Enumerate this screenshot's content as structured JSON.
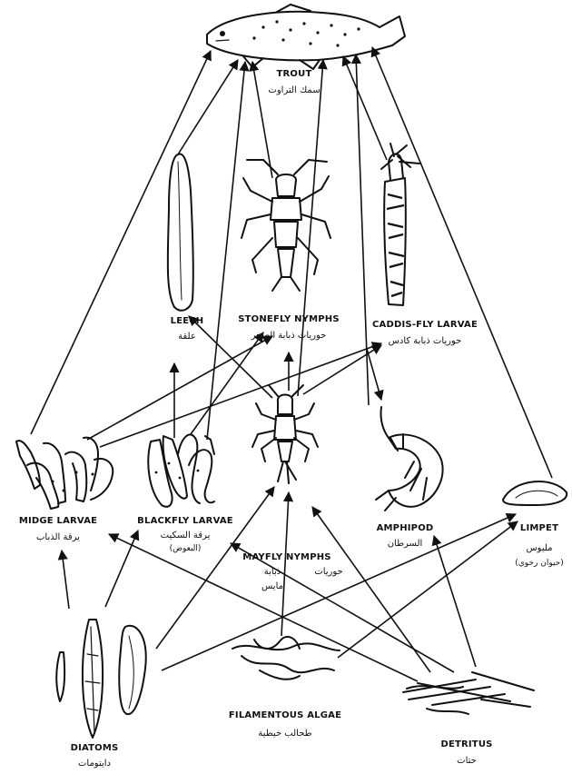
{
  "diagram": {
    "nodes": {
      "trout": {
        "en": "TROUT",
        "ar": "سمك التراوت",
        "icon": "trout-fish-icon"
      },
      "leech": {
        "en": "LEECH",
        "ar": "علقة",
        "icon": "leech-icon"
      },
      "stonefly": {
        "en": "STONEFLY NYMPHS",
        "ar": "حوريات ذبابة الصخر",
        "icon": "stonefly-nymph-icon"
      },
      "caddis": {
        "en": "CADDIS-FLY LARVAE",
        "ar": "حوريات ذبابة كادس",
        "icon": "caddisfly-larva-icon"
      },
      "midge": {
        "en": "MIDGE LARVAE",
        "ar": "يرقة الذباب",
        "icon": "midge-larvae-icon"
      },
      "blackfly": {
        "en": "BLACKFLY LARVAE",
        "ar": "يرقة السكيت",
        "ar2": "(البعوض)",
        "icon": "blackfly-larvae-icon"
      },
      "mayfly": {
        "en": "MAYFLY NYMPHS",
        "ar": "حوريات",
        "ar2": "ذبابة",
        "ar3": "مايس",
        "icon": "mayfly-nymph-icon"
      },
      "amphipod": {
        "en": "AMPHIPOD",
        "ar": "السرطان",
        "icon": "amphipod-icon"
      },
      "limpet": {
        "en": "LIMPET",
        "ar": "مليوس",
        "ar2": "(حيوان رخوي)",
        "icon": "limpet-icon"
      },
      "diatoms": {
        "en": "DIATOMS",
        "ar": "دايتومات",
        "icon": "diatoms-icon"
      },
      "algae": {
        "en": "FILAMENTOUS ALGAE",
        "ar": "طحالب خيطية",
        "icon": "filamentous-algae-icon"
      },
      "detritus": {
        "en": "DETRITUS",
        "ar": "حتات",
        "icon": "detritus-icon"
      }
    },
    "edges": [
      [
        "leech",
        "trout"
      ],
      [
        "stonefly",
        "trout"
      ],
      [
        "caddis",
        "trout"
      ],
      [
        "midge",
        "trout"
      ],
      [
        "blackfly",
        "trout"
      ],
      [
        "mayfly",
        "trout"
      ],
      [
        "amphipod",
        "trout"
      ],
      [
        "limpet",
        "trout"
      ],
      [
        "blackfly",
        "leech"
      ],
      [
        "blackfly",
        "stonefly"
      ],
      [
        "midge",
        "stonefly"
      ],
      [
        "midge",
        "caddis"
      ],
      [
        "mayfly",
        "stonefly"
      ],
      [
        "mayfly",
        "caddis"
      ],
      [
        "mayfly",
        "leech"
      ],
      [
        "caddis",
        "amphipod"
      ],
      [
        "diatoms",
        "midge"
      ],
      [
        "diatoms",
        "blackfly"
      ],
      [
        "diatoms",
        "mayfly"
      ],
      [
        "diatoms",
        "limpet"
      ],
      [
        "algae",
        "mayfly"
      ],
      [
        "algae",
        "limpet"
      ],
      [
        "detritus",
        "mayfly"
      ],
      [
        "detritus",
        "amphipod"
      ],
      [
        "detritus",
        "midge"
      ],
      [
        "detritus",
        "blackfly"
      ]
    ]
  }
}
